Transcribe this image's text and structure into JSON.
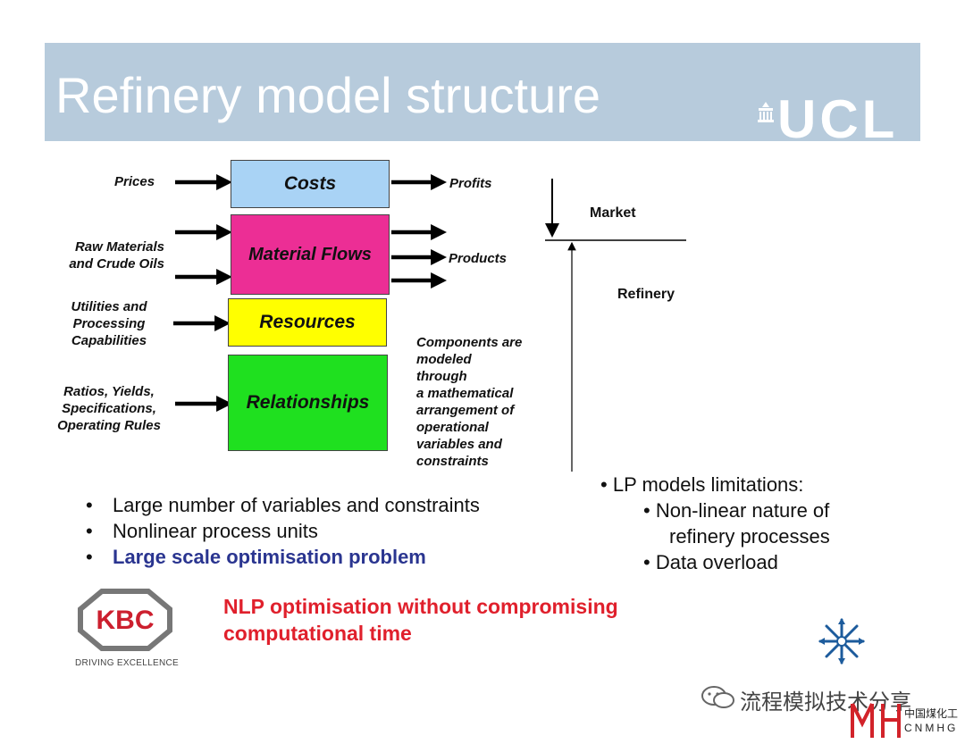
{
  "title": "Refinery model structure",
  "brand": {
    "logo_text": "UCL"
  },
  "inputs": {
    "prices": "Prices",
    "raw_materials_l1": "Raw Materials",
    "raw_materials_l2": "and Crude Oils",
    "utilities_l1": "Utilities and",
    "utilities_l2": "Processing",
    "utilities_l3": "Capabilities",
    "ratios_l1": "Ratios, Yields,",
    "ratios_l2": "Specifications,",
    "ratios_l3": "Operating Rules"
  },
  "boxes": {
    "costs": "Costs",
    "material_flows": "Material Flows",
    "resources": "Resources",
    "relationships": "Relationships"
  },
  "outputs": {
    "profits": "Profits",
    "products": "Products"
  },
  "components_note": [
    "Components are",
    "modeled",
    "through",
    "a mathematical",
    "arrangement of",
    "operational",
    "variables and",
    "constraints"
  ],
  "market_label": "Market",
  "refinery_label": "Refinery",
  "bullets": [
    "Large number of variables and constraints",
    "Nonlinear  process units",
    "Large scale optimisation problem"
  ],
  "lp_limitations": {
    "heading": "LP models limitations:",
    "items": [
      "Non-linear nature of",
      "refinery processes",
      "Data overload"
    ]
  },
  "kbc": {
    "logo": "KBC",
    "tagline": "DRIVING EXCELLENCE"
  },
  "nlp_note": [
    "NLP optimisation without compromising",
    "computational time"
  ],
  "watermark": {
    "text": "流程模拟技术分享",
    "brand_cn": "中国煤化工",
    "brand_en": "CNMHG"
  },
  "colors": {
    "title_band": "#b7cbdc",
    "costs": "#a9d3f5",
    "material_flows": "#ec2e95",
    "resources": "#ffff00",
    "relationships": "#1fe01f",
    "highlight_bullet": "#2a3590",
    "nlp_note": "#e0202c"
  }
}
